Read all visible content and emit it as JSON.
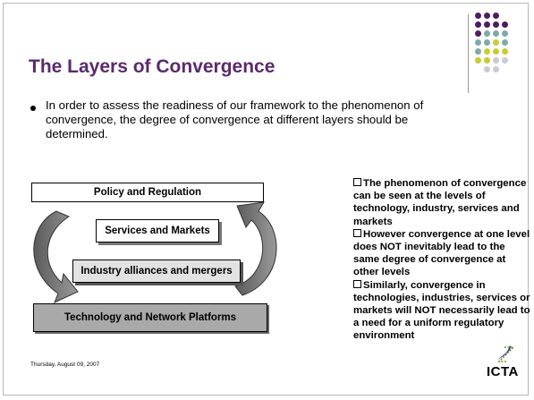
{
  "slide": {
    "title": "The Layers of Convergence",
    "bullet": "In order to assess the readiness of our framework to the phenomenon of convergence, the degree of convergence at different layers should be determined.",
    "footer_date": "Thursday, August 09, 2007"
  },
  "diagram": {
    "layers": [
      "Policy and Regulation",
      "Services and Markets",
      "Industry alliances and mergers",
      "Technology and Network Platforms"
    ]
  },
  "notes": [
    "The phenomenon of convergence can be seen at the levels of technology, industry, services and markets",
    "However convergence at one level does NOT inevitably lead to the same degree of convergence at other levels",
    "Similarly, convergence in technologies, industries, services or markets will NOT necessarily lead to a need for a uniform regulatory environment"
  ],
  "logo": {
    "text": "ICTA",
    "icon": "icta-swoosh-icon"
  },
  "colors": {
    "title": "#5b2a6e",
    "dot_purple": "#4b1e5e",
    "dot_teal": "#7fa9a6",
    "dot_yellow": "#c8cc33",
    "dot_grey": "#c9cad6"
  }
}
